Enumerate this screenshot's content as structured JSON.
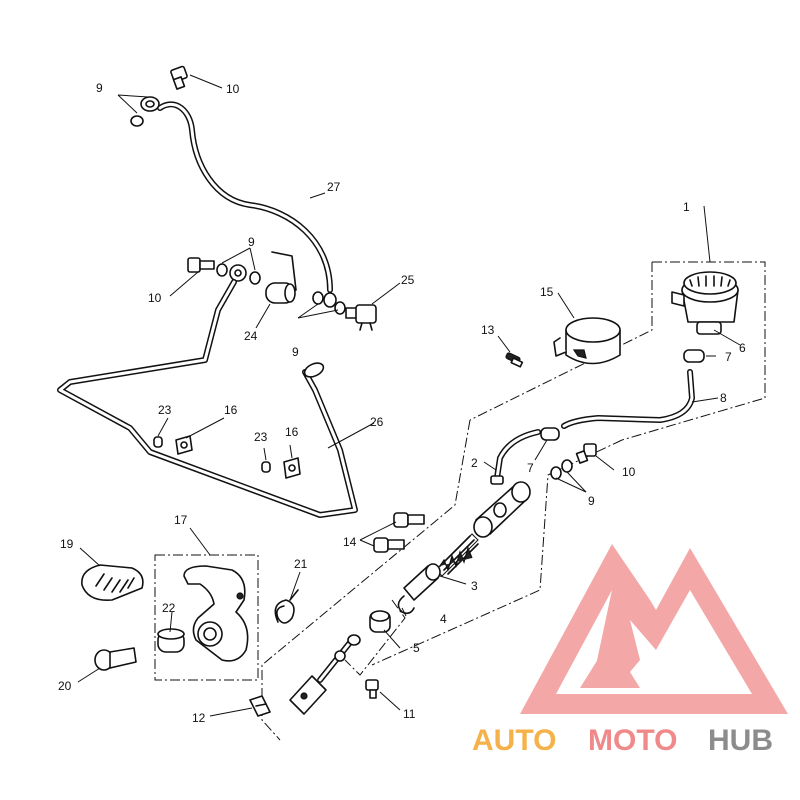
{
  "callouts": [
    {
      "id": "c1",
      "text": "1"
    },
    {
      "id": "c2",
      "text": "2"
    },
    {
      "id": "c3",
      "text": "3"
    },
    {
      "id": "c4",
      "text": "4"
    },
    {
      "id": "c5",
      "text": "5"
    },
    {
      "id": "c6",
      "text": "6"
    },
    {
      "id": "c7a",
      "text": "7"
    },
    {
      "id": "c7b",
      "text": "7"
    },
    {
      "id": "c8",
      "text": "8"
    },
    {
      "id": "c9a",
      "text": "9"
    },
    {
      "id": "c9b",
      "text": "9"
    },
    {
      "id": "c9c",
      "text": "9"
    },
    {
      "id": "c9d",
      "text": "9"
    },
    {
      "id": "c10a",
      "text": "10"
    },
    {
      "id": "c10b",
      "text": "10"
    },
    {
      "id": "c10c",
      "text": "10"
    },
    {
      "id": "c11",
      "text": "11"
    },
    {
      "id": "c12",
      "text": "12"
    },
    {
      "id": "c13",
      "text": "13"
    },
    {
      "id": "c14",
      "text": "14"
    },
    {
      "id": "c15",
      "text": "15"
    },
    {
      "id": "c16a",
      "text": "16"
    },
    {
      "id": "c16b",
      "text": "16"
    },
    {
      "id": "c17",
      "text": "17"
    },
    {
      "id": "c19",
      "text": "19"
    },
    {
      "id": "c20",
      "text": "20"
    },
    {
      "id": "c21",
      "text": "21"
    },
    {
      "id": "c22",
      "text": "22"
    },
    {
      "id": "c23a",
      "text": "23"
    },
    {
      "id": "c23b",
      "text": "23"
    },
    {
      "id": "c24",
      "text": "24"
    },
    {
      "id": "c25",
      "text": "25"
    },
    {
      "id": "c26",
      "text": "26"
    },
    {
      "id": "c27",
      "text": "27"
    }
  ],
  "watermark": {
    "word_auto": "AUTO",
    "word_moto": "MOTO",
    "word_hub": "HUB",
    "logo_color": "#f08a8a",
    "auto_color": "#f5b24a",
    "moto_color": "#f08a8a",
    "hub_color": "#8c8c8c"
  }
}
